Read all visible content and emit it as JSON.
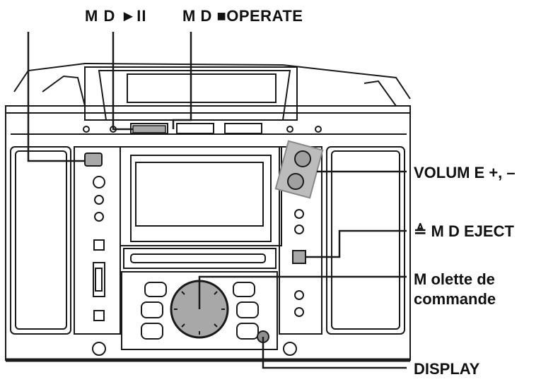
{
  "labels": {
    "md_play_pause": "M D ►II",
    "md_stop_operate": "M D ■OPERATE",
    "volume": "VOLUM E +, –",
    "md_eject": "≜ M D EJECT",
    "jog_dial_line1": "M olette de",
    "jog_dial_line2": "commande",
    "display": "DISPLAY"
  },
  "colors": {
    "line": "#1a1a1a",
    "highlight_fill": "#a8a8a8",
    "highlight_stroke": "#8a8a8a",
    "body_fill": "#ffffff"
  }
}
